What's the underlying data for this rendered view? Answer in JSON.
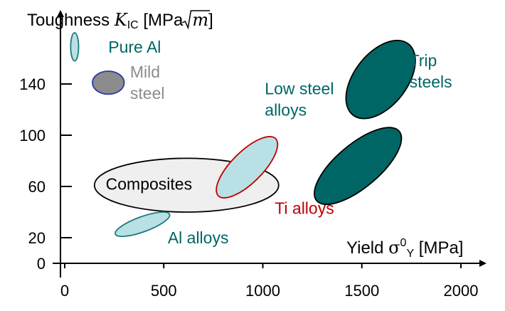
{
  "chart_data": {
    "type": "scatter",
    "title": "",
    "ylabel_parts": {
      "prefix": "Toughness ",
      "k": "K",
      "sub": "IC",
      "mid": " [MPa",
      "root": "m",
      "close": "]"
    },
    "xlabel_parts": {
      "prefix": "Yield ",
      "sigma": "σ",
      "sup": "0",
      "sub": "Y",
      "unit": " [MPa]"
    },
    "x_ticks": [
      0,
      500,
      1000,
      1500,
      2000
    ],
    "y_ticks": [
      0,
      20,
      60,
      100,
      140
    ],
    "xlim": [
      -20,
      2140
    ],
    "ylim": [
      0,
      190
    ],
    "grid": false,
    "materials": [
      {
        "name": "Composites",
        "label_lines": [
          "Composites"
        ],
        "x_range": [
          150,
          1080
        ],
        "y_range": [
          40,
          82
        ],
        "angle_deg": 0,
        "fill": "#efefef",
        "stroke": "#000000",
        "label_color": "#000000",
        "label_at": [
          425,
          62
        ]
      },
      {
        "name": "Pure Al",
        "label_lines": [
          "Pure Al"
        ],
        "x_range": [
          30,
          70
        ],
        "y_range": [
          158,
          180
        ],
        "angle_deg": 0,
        "fill": "#b9e0e5",
        "stroke": "#1f7a7a",
        "label_color": "#006565",
        "label_at": [
          220,
          169
        ]
      },
      {
        "name": "Mild steel",
        "label_lines": [
          "Mild",
          "steel"
        ],
        "x_range": [
          140,
          300
        ],
        "y_range": [
          132,
          150
        ],
        "angle_deg": 0,
        "fill": "#8c8c8c",
        "stroke": "#2a3aa8",
        "label_color": "#8c8c8c",
        "label_at": [
          330,
          141
        ]
      },
      {
        "name": "Al alloys",
        "label_lines": [
          "Al alloys"
        ],
        "x_range": [
          255,
          530
        ],
        "y_range": [
          21,
          40
        ],
        "angle_deg": -20,
        "fill": "#b9e0e5",
        "stroke": "#1f7a7a",
        "label_color": "#006565",
        "label_at": [
          520,
          20
        ]
      },
      {
        "name": "Ti alloys",
        "label_lines": [
          "Ti alloys"
        ],
        "x_range": [
          780,
          1060
        ],
        "y_range": [
          52,
          98
        ],
        "angle_deg": -45,
        "fill": "#b9e0e5",
        "stroke": "#c00000",
        "label_color": "#c00000",
        "label_at": [
          1060,
          43
        ]
      },
      {
        "name": "Low steel alloys",
        "label_lines": [
          "Low steel",
          "alloys"
        ],
        "x_range": [
          1260,
          1700
        ],
        "y_range": [
          46,
          106
        ],
        "angle_deg": -40,
        "fill": "#006565",
        "stroke": "#000000",
        "label_color": "#006565",
        "label_at": [
          1010,
          128
        ]
      },
      {
        "name": "Trip steels",
        "label_lines": [
          "Trip",
          "steels"
        ],
        "x_range": [
          1420,
          1770
        ],
        "y_range": [
          113,
          174
        ],
        "angle_deg": -52,
        "fill": "#006565",
        "stroke": "#000000",
        "label_color": "#006565",
        "label_at": [
          1740,
          150
        ]
      }
    ]
  }
}
